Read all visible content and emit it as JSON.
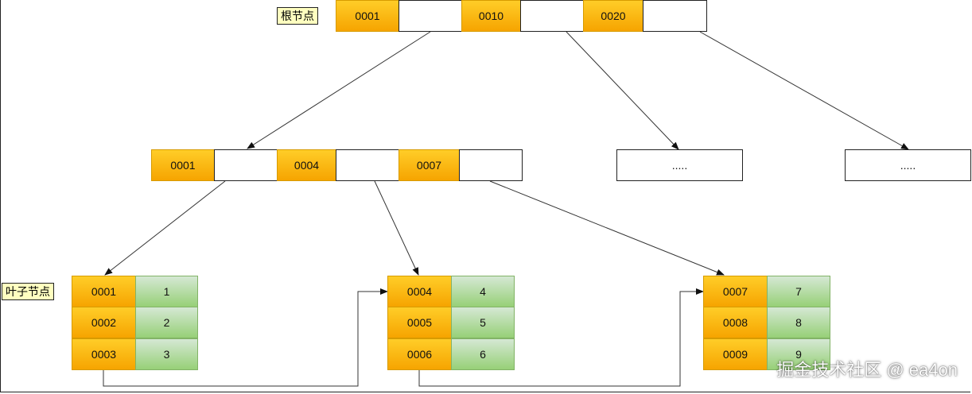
{
  "labels": {
    "root": "根节点",
    "leaf": "叶子节点"
  },
  "root_keys": [
    "0001",
    "0010",
    "0020"
  ],
  "internal_keys": [
    "0001",
    "0004",
    "0007"
  ],
  "placeholder": ".....",
  "leaves": [
    {
      "keys": [
        "0001",
        "0002",
        "0003"
      ],
      "values": [
        "1",
        "2",
        "3"
      ]
    },
    {
      "keys": [
        "0004",
        "0005",
        "0006"
      ],
      "values": [
        "4",
        "5",
        "6"
      ]
    },
    {
      "keys": [
        "0007",
        "0008",
        "0009"
      ],
      "values": [
        "7",
        "8",
        "9"
      ]
    }
  ],
  "watermark": "掘金技术社区 @ ea4on",
  "colors": {
    "key_fill": "#f6a400",
    "value_fill": "#97d077",
    "label_fill": "#ffffc0"
  }
}
